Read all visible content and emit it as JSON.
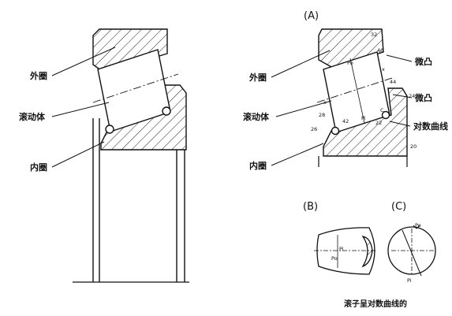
{
  "left": {
    "outer_ring": "外圈",
    "roller": "滚动体",
    "inner_ring": "内圈"
  },
  "right": {
    "panel_label": "(A)",
    "outer_ring": "外圈",
    "roller": "滚动体",
    "inner_ring": "内圈",
    "crown_top": "微凸",
    "crown_mid": "微凸",
    "log_curve": "对数曲线",
    "ref_numbers": {
      "n32": "32",
      "n40": "40",
      "n44": "44",
      "n24": "24",
      "n42": "42",
      "n22": "22",
      "n28": "28",
      "n26": "26",
      "n20": "20"
    },
    "letters": {
      "po": "Po",
      "x": "x",
      "x2": "x",
      "pi": "Pi",
      "c": "C"
    }
  },
  "detail_b": {
    "panel_label": "(B)",
    "po": "Po",
    "pi": "Pi"
  },
  "detail_c": {
    "panel_label": "(C)",
    "po": "Po",
    "pi": "Pi"
  },
  "caption": "滚子呈对数曲线的"
}
